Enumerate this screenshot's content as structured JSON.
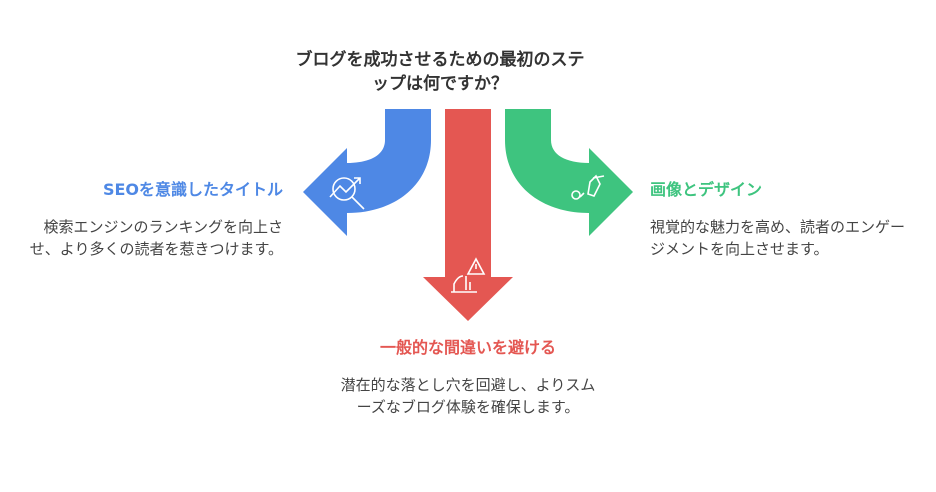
{
  "title": "ブログを成功させるための最初のステップは何ですか？",
  "colors": {
    "blue": "#4E88E5",
    "red": "#E45752",
    "green": "#3EC47F"
  },
  "branches": [
    {
      "label": "SEOを意識したタイトル",
      "description": "検索エンジンのランキングを向上させ、より多くの読者を惹きつけます。",
      "icon": "seo-analytics-icon"
    },
    {
      "label": "一般的な間違いを避ける",
      "description": "潜在的な落とし穴を回避し、よりスムーズなブログ体験を確保します。",
      "icon": "warning-hazard-icon"
    },
    {
      "label": "画像とデザイン",
      "description": "視覚的な魅力を高め、読者のエンゲージメントを向上させます。",
      "icon": "design-brush-icon"
    }
  ]
}
